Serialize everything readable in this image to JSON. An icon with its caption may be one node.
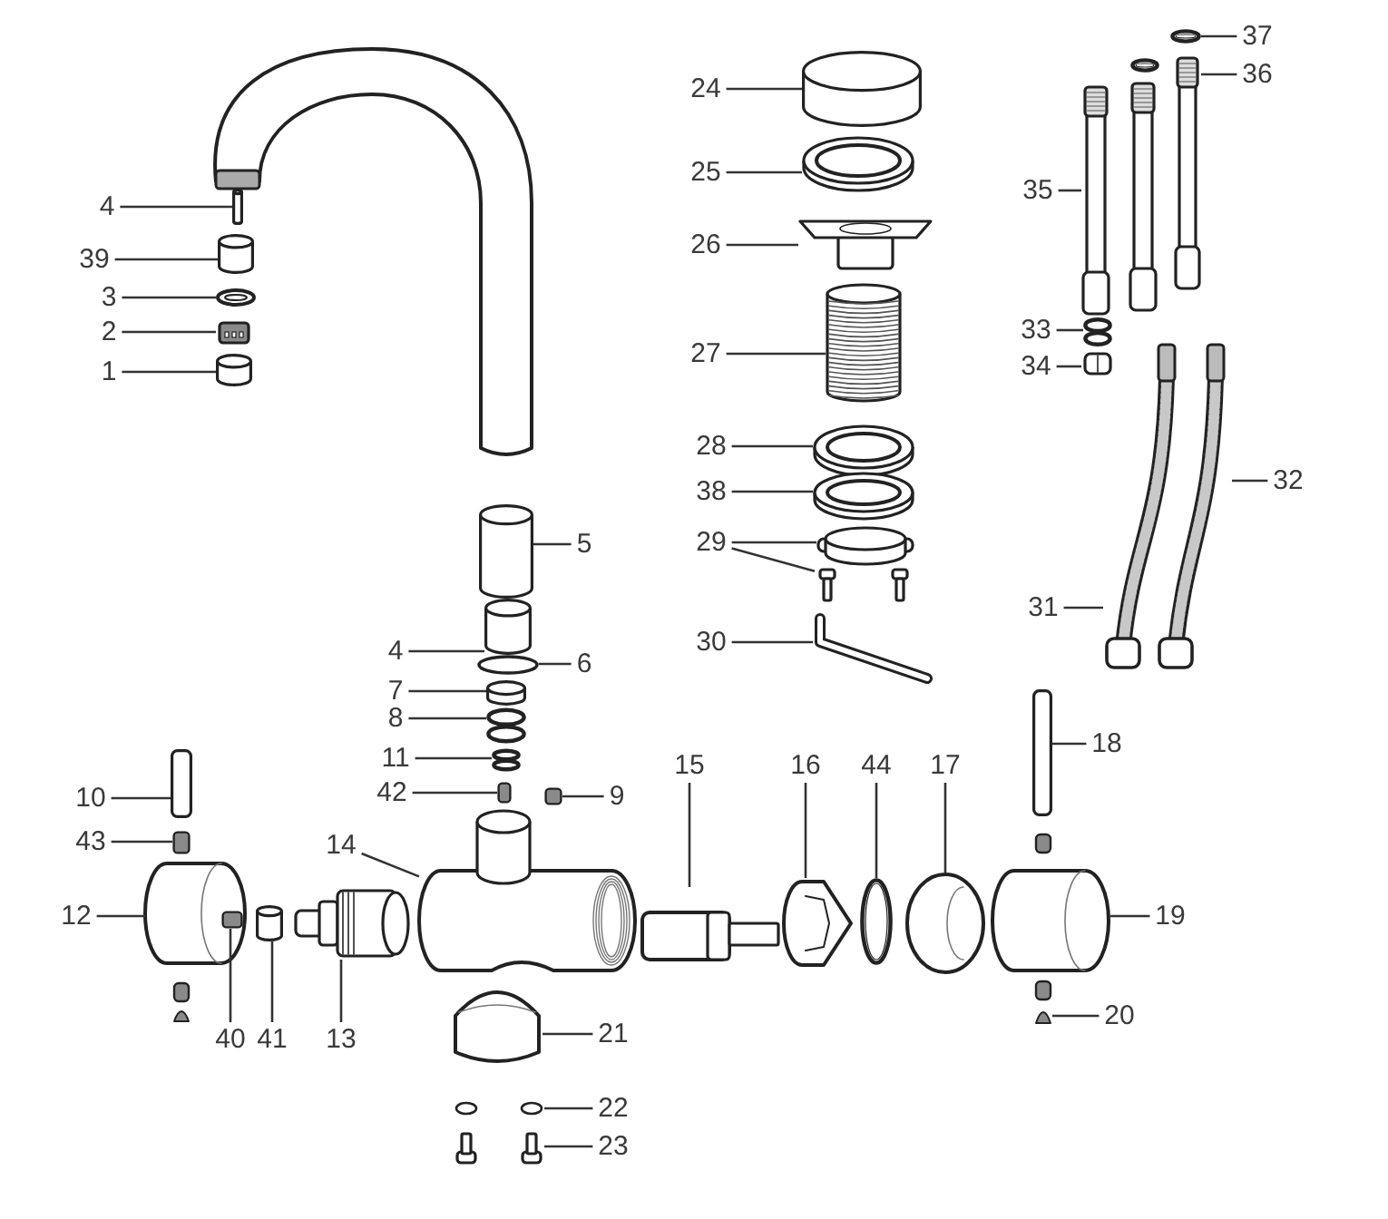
{
  "diagram": {
    "nodes": [
      {
        "text": [
          "4"
        ]
      },
      {
        "text": [],
        "shape": "cylinder"
      },
      {
        "text": [
          "39"
        ]
      },
      {
        "text": [],
        "shape": "cylinder"
      },
      {
        "text": [
          "3"
        ]
      },
      {
        "text": [],
        "shape": "picture"
      },
      {
        "text": [
          "2"
        ]
      },
      {
        "text": [],
        "shape": "picture"
      },
      {
        "text": [
          "1"
        ]
      },
      {
        "text": [],
        "shape": "cylinder"
      },
      {
        "text": [
          "24"
        ]
      },
      {
        "text": [],
        "shape": "cylinder"
      },
      {
        "text": [
          "25"
        ]
      },
      {
        "text": [],
        "shape": "picture"
      },
      {
        "text": [
          "26"
        ]
      },
      {
        "text": [],
        "shape": "picture"
      },
      {
        "text": [
          "27"
        ]
      },
      {
        "text": [],
        "shape": "picture"
      },
      {
        "text": [
          "28"
        ]
      },
      {
        "text": [],
        "shape": "picture"
      },
      {
        "text": [
          "38"
        ]
      },
      {
        "text": [],
        "shape": "picture"
      },
      {
        "text": [
          "29"
        ]
      },
      {
        "text": [],
        "shape": "picture"
      },
      {
        "text": [],
        "shape": "picture"
      },
      {
        "text": [
          "30"
        ]
      },
      {
        "text": [],
        "shape": "picture"
      },
      {
        "text": [
          "37"
        ]
      },
      {
        "text": [],
        "shape": "picture"
      },
      {
        "text": [
          "36"
        ]
      },
      {
        "text": [],
        "shape": "picture"
      },
      {
        "text": [
          "35"
        ]
      },
      {
        "text": [],
        "shape": "picture"
      },
      {
        "text": [
          "33"
        ]
      },
      {
        "text": [],
        "shape": "picture"
      },
      {
        "text": [
          "34"
        ]
      },
      {
        "text": [],
        "shape": "picture"
      },
      {
        "text": [
          "32"
        ]
      },
      {
        "text": [],
        "shape": "picture"
      },
      {
        "text": [
          "31"
        ]
      },
      {
        "text": [],
        "shape": "picture"
      },
      {
        "text": [
          "5"
        ]
      },
      {
        "text": [],
        "shape": "cylinder"
      },
      {
        "text": [
          "4"
        ]
      },
      {
        "text": [],
        "shape": "cylinder"
      },
      {
        "text": [
          "6"
        ]
      },
      {
        "text": [],
        "shape": "circle"
      },
      {
        "text": [
          "7"
        ]
      },
      {
        "text": [],
        "shape": "cylinder"
      },
      {
        "text": [
          "8"
        ]
      },
      {
        "text": [],
        "shape": "picture"
      },
      {
        "text": [
          "11"
        ]
      },
      {
        "text": [],
        "shape": "picture"
      },
      {
        "text": [
          "42"
        ]
      },
      {
        "text": [],
        "shape": "box"
      },
      {
        "text": [
          "9"
        ]
      },
      {
        "text": [],
        "shape": "box"
      },
      {
        "text": [
          "10"
        ]
      },
      {
        "text": [],
        "shape": "bar"
      },
      {
        "text": [
          "43"
        ]
      },
      {
        "text": [],
        "shape": "box"
      },
      {
        "text": [
          "12"
        ]
      },
      {
        "text": [],
        "shape": "picture"
      },
      {
        "text": [
          "14"
        ]
      },
      {
        "text": [],
        "shape": "picture"
      },
      {
        "text": [
          "15"
        ]
      },
      {
        "text": [],
        "shape": "picture"
      },
      {
        "text": [
          "16"
        ]
      },
      {
        "text": [],
        "shape": "picture"
      },
      {
        "text": [
          "44"
        ]
      },
      {
        "text": [],
        "shape": "picture"
      },
      {
        "text": [
          "17"
        ]
      },
      {
        "text": [],
        "shape": "picture"
      },
      {
        "text": [
          "18"
        ]
      },
      {
        "text": [],
        "shape": "bar"
      },
      {
        "text": [
          "19"
        ]
      },
      {
        "text": [],
        "shape": "picture"
      },
      {
        "text": [
          "20"
        ]
      },
      {
        "text": [],
        "shape": "triangle"
      },
      {
        "text": [
          "40"
        ]
      },
      {
        "text": [],
        "shape": "box",
        "in": 62
      },
      {
        "text": [
          "41"
        ]
      },
      {
        "text": [],
        "shape": "cylinder"
      },
      {
        "text": [
          "13"
        ]
      },
      {
        "text": [],
        "shape": "picture"
      },
      {
        "text": [
          "21"
        ]
      },
      {
        "text": [],
        "shape": "picture"
      },
      {
        "text": [
          "22"
        ]
      },
      {
        "text": [],
        "shape": "picture"
      },
      {
        "text": [
          "23"
        ]
      },
      {
        "text": [],
        "shape": "picture"
      }
    ],
    "edges": [
      {
        "from": 0,
        "to": 1,
        "arrow": "none"
      },
      {
        "from": 2,
        "to": 3,
        "arrow": "none"
      },
      {
        "from": 4,
        "to": 5,
        "arrow": "none"
      },
      {
        "from": 6,
        "to": 7,
        "arrow": "none"
      },
      {
        "from": 8,
        "to": 9,
        "arrow": "none"
      },
      {
        "from": 10,
        "to": 11,
        "arrow": "none"
      },
      {
        "from": 12,
        "to": 13,
        "arrow": "none"
      },
      {
        "from": 14,
        "to": 15,
        "arrow": "none"
      },
      {
        "from": 16,
        "to": 17,
        "arrow": "none"
      },
      {
        "from": 18,
        "to": 19,
        "arrow": "none"
      },
      {
        "from": 20,
        "to": 21,
        "arrow": "none"
      },
      {
        "from": 22,
        "to": 23,
        "arrow": "none"
      },
      {
        "from": 22,
        "to": 24,
        "arrow": "none"
      },
      {
        "from": 25,
        "to": 26,
        "arrow": "none"
      },
      {
        "from": 27,
        "to": 28,
        "arrow": "none"
      },
      {
        "from": 29,
        "to": 30,
        "arrow": "none"
      },
      {
        "from": 31,
        "to": 32,
        "arrow": "none"
      },
      {
        "from": 33,
        "to": 34,
        "arrow": "none"
      },
      {
        "from": 35,
        "to": 36,
        "arrow": "none"
      },
      {
        "from": 37,
        "to": 38,
        "arrow": "none"
      },
      {
        "from": 39,
        "to": 40,
        "arrow": "none"
      },
      {
        "from": 41,
        "to": 42,
        "arrow": "none"
      },
      {
        "from": 43,
        "to": 44,
        "arrow": "none"
      },
      {
        "from": 45,
        "to": 46,
        "arrow": "none"
      },
      {
        "from": 47,
        "to": 48,
        "arrow": "none"
      },
      {
        "from": 49,
        "to": 50,
        "arrow": "none"
      },
      {
        "from": 51,
        "to": 52,
        "arrow": "none"
      },
      {
        "from": 53,
        "to": 54,
        "arrow": "none"
      },
      {
        "from": 55,
        "to": 56,
        "arrow": "none"
      },
      {
        "from": 57,
        "to": 58,
        "arrow": "none"
      },
      {
        "from": 59,
        "to": 60,
        "arrow": "none"
      },
      {
        "from": 61,
        "to": 62,
        "arrow": "none"
      },
      {
        "from": 63,
        "to": 64,
        "arrow": "none"
      },
      {
        "from": 65,
        "to": 66,
        "arrow": "none"
      },
      {
        "from": 67,
        "to": 68,
        "arrow": "none"
      },
      {
        "from": 69,
        "to": 70,
        "arrow": "none"
      },
      {
        "from": 71,
        "to": 72,
        "arrow": "none"
      },
      {
        "from": 73,
        "to": 74,
        "arrow": "none"
      },
      {
        "from": 75,
        "to": 76,
        "arrow": "none"
      },
      {
        "from": 77,
        "to": 78,
        "arrow": "none"
      },
      {
        "from": 79,
        "to": 80,
        "arrow": "none"
      },
      {
        "from": 81,
        "to": 82,
        "arrow": "none"
      },
      {
        "from": 83,
        "to": 84,
        "arrow": "none"
      },
      {
        "from": 85,
        "to": 86,
        "arrow": "none"
      },
      {
        "from": 87,
        "to": 88,
        "arrow": "none"
      },
      {
        "from": 89,
        "to": 90,
        "arrow": "none"
      }
    ]
  }
}
